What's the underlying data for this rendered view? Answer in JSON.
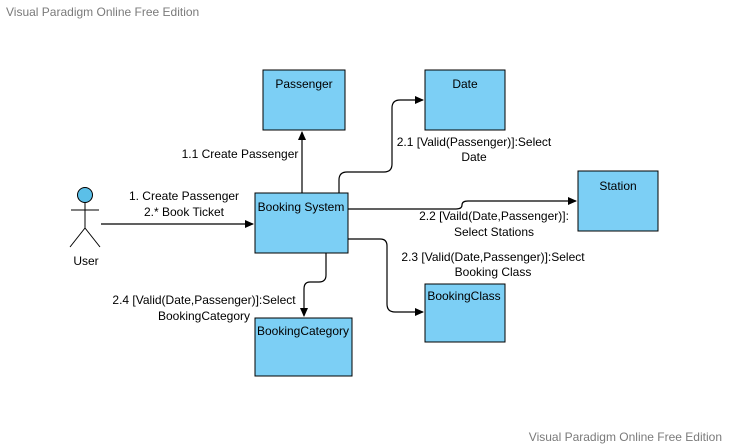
{
  "watermark": {
    "top": "Visual Paradigm Online Free Edition",
    "bottom": "Visual Paradigm Online Free Edition"
  },
  "actor": {
    "label": "User"
  },
  "objects": {
    "passenger": "Passenger",
    "date": "Date",
    "station": "Station",
    "booking_system": "Booking System",
    "booking_category": "BookingCategory",
    "booking_class": "BookingClass"
  },
  "messages": {
    "user_to_system": [
      "1. Create Passenger",
      "2.* Book Ticket"
    ],
    "create_passenger": "1.1 Create Passenger",
    "select_date": [
      "2.1 [Valid(Passenger)]:Select",
      "Date"
    ],
    "select_stations": [
      "2.2 [Vaild(Date,Passenger)]:",
      "Select Stations"
    ],
    "select_class": [
      "2.3 [Valid(Date,Passenger)]:Select",
      "Booking Class"
    ],
    "select_category": [
      "2.4 [Valid(Date,Passenger)]:Select",
      "BookingCategory"
    ]
  },
  "colors": {
    "object_fill": "#7ccff5",
    "actor_head": "#5bbfe8",
    "watermark": "#7a7a7a"
  },
  "icons": [
    "stick-figure-icon",
    "arrowhead-icon"
  ]
}
